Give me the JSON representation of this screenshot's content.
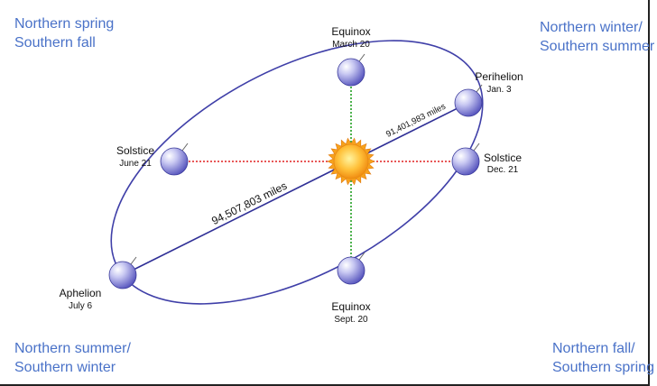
{
  "seasons": {
    "top_left": [
      "Northern spring",
      "Southern fall"
    ],
    "top_right": [
      "Northern winter/",
      "Southern summer"
    ],
    "bottom_left": [
      "Northern summer/",
      "Southern winter"
    ],
    "bottom_right": [
      "Northern fall/",
      "Southern spring"
    ]
  },
  "points": {
    "equinox_march": {
      "name": "Equinox",
      "date": "March 20"
    },
    "perihelion": {
      "name": "Perihelion",
      "date": "Jan. 3"
    },
    "solstice_june": {
      "name": "Solstice",
      "date": "June 21"
    },
    "solstice_dec": {
      "name": "Solstice",
      "date": "Dec. 21"
    },
    "aphelion": {
      "name": "Aphelion",
      "date": "July 6"
    },
    "equinox_sept": {
      "name": "Equinox",
      "date": "Sept. 20"
    }
  },
  "distances": {
    "perihelion": "91,401,983 miles",
    "aphelion": "94,507,803 miles"
  },
  "colors": {
    "orbit": "#3f3fa8",
    "season_text": "#4a72c8",
    "solstice_line": "#e02020",
    "equinox_line": "#22a022"
  }
}
